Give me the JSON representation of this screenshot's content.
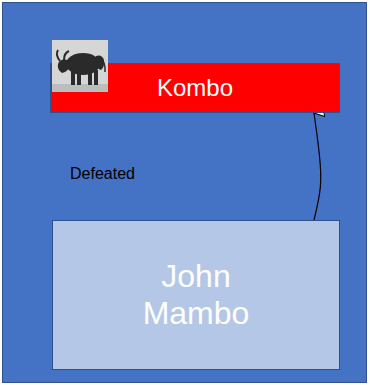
{
  "diagram": {
    "nodes": [
      {
        "text": [
          "Kombo"
        ]
      },
      {
        "text": [
          "John Mambo"
        ]
      }
    ],
    "edges": [
      {
        "from": 1,
        "to": 0,
        "arrow": "to"
      }
    ],
    "labels": [
      "Defeated"
    ]
  }
}
